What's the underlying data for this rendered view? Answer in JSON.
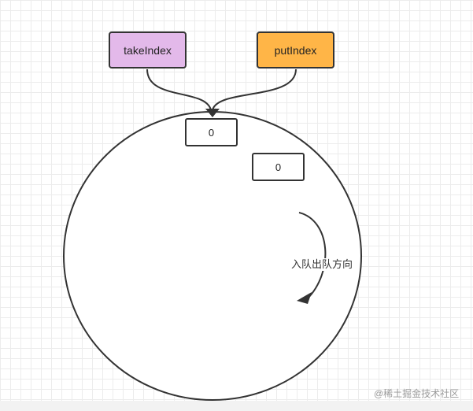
{
  "diagram": {
    "nodes": [
      {
        "id": "take",
        "label": "takeIndex",
        "fill": "#e3b9ea"
      },
      {
        "id": "put",
        "label": "putIndex",
        "fill": "#ffb547"
      }
    ],
    "cells": [
      {
        "value": "0"
      },
      {
        "value": "0"
      }
    ],
    "edges": [
      {
        "from": "takeIndex",
        "to": "ring"
      },
      {
        "from": "putIndex",
        "to": "ring"
      }
    ],
    "direction_label": "入队出队方向",
    "watermark": "@稀土掘金技术社区"
  },
  "colors": {
    "grid": "#ececec",
    "stroke": "#333333"
  }
}
